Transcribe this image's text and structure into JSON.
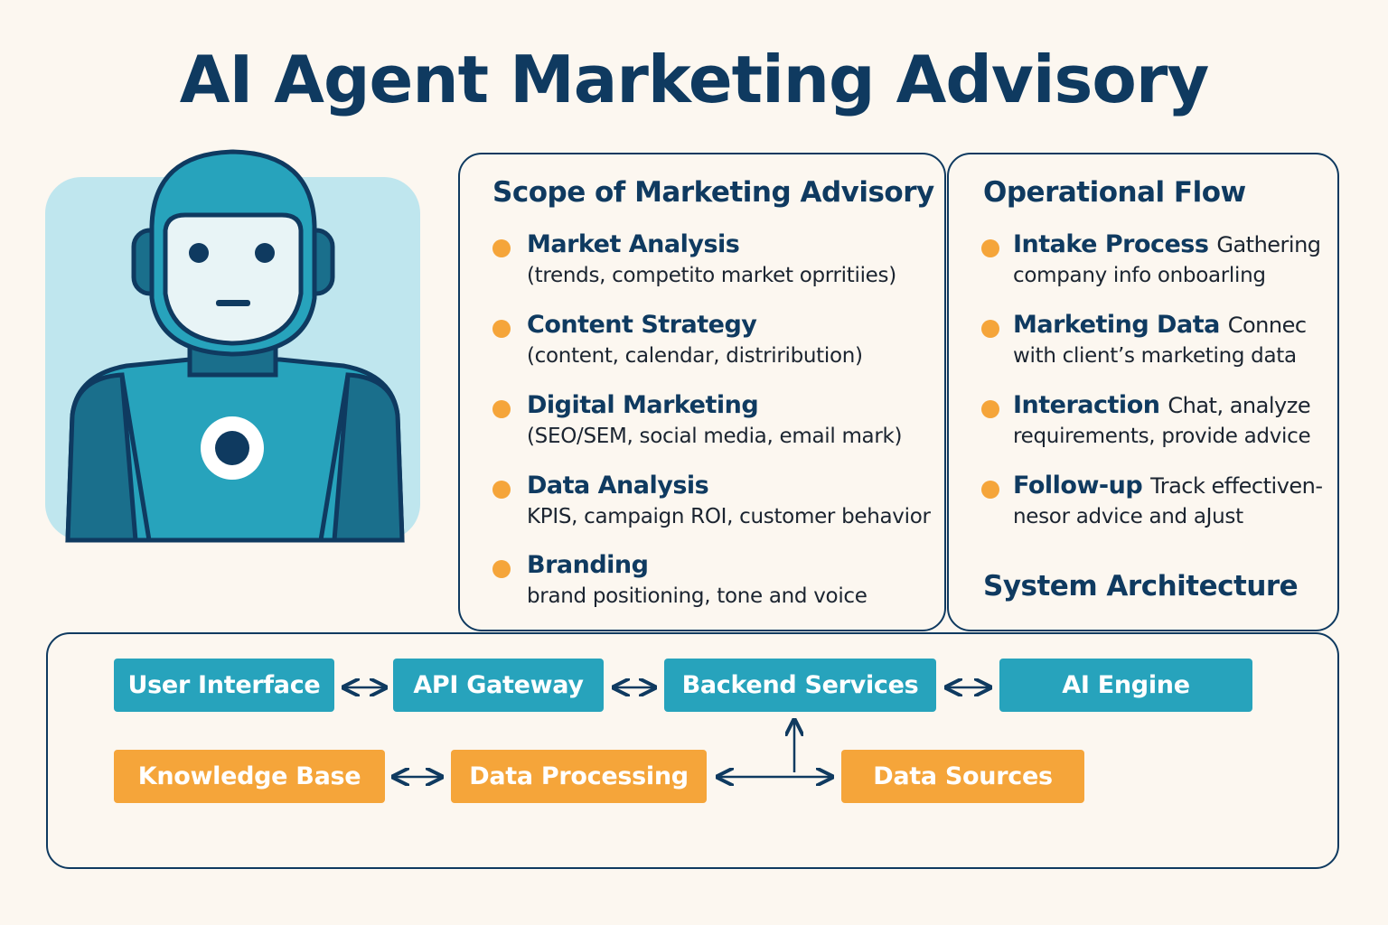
{
  "title": "AI Agent Marketing Advisory",
  "colors": {
    "navy": "#0f3a60",
    "teal": "#27a3bc",
    "orange": "#f5a53a",
    "background": "#fcf7f0",
    "robot_bg": "#bfe6ee"
  },
  "scope": {
    "title": "Scope of Marketing Advisory",
    "items": [
      {
        "title": "Market Analysis",
        "desc": "(trends, competito market oprritiies)"
      },
      {
        "title": "Content Strategy",
        "desc": "(content, calendar, distriribution)"
      },
      {
        "title": "Digital Marketing",
        "desc": "(SEO/SEM, social media, email mark)"
      },
      {
        "title": "Data Analysis",
        "desc": "KPIS, campaign ROI, customer behavior"
      },
      {
        "title": "Branding",
        "desc": "brand positioning, tone and voice"
      }
    ]
  },
  "flow": {
    "title": "Operational Flow",
    "items": [
      {
        "title": "Intake Process",
        "desc1": "Gathering",
        "desc2": "company info onboarling"
      },
      {
        "title": "Marketing Data",
        "desc1": "Connec",
        "desc2": "with client’s marketing data"
      },
      {
        "title": "Interaction",
        "desc1": "Chat, analyze",
        "desc2": "requirements, provide advice"
      },
      {
        "title": "Follow-up",
        "desc1": "Track effectiven-",
        "desc2": "nesor advice and aJust"
      }
    ]
  },
  "architecture": {
    "title": "System Architecture",
    "row1": [
      "User Interface",
      "API Gateway",
      "Backend Services",
      "AI Engine"
    ],
    "row2": [
      "Knowledge Base",
      "Data Processing",
      "Data Sources"
    ]
  }
}
